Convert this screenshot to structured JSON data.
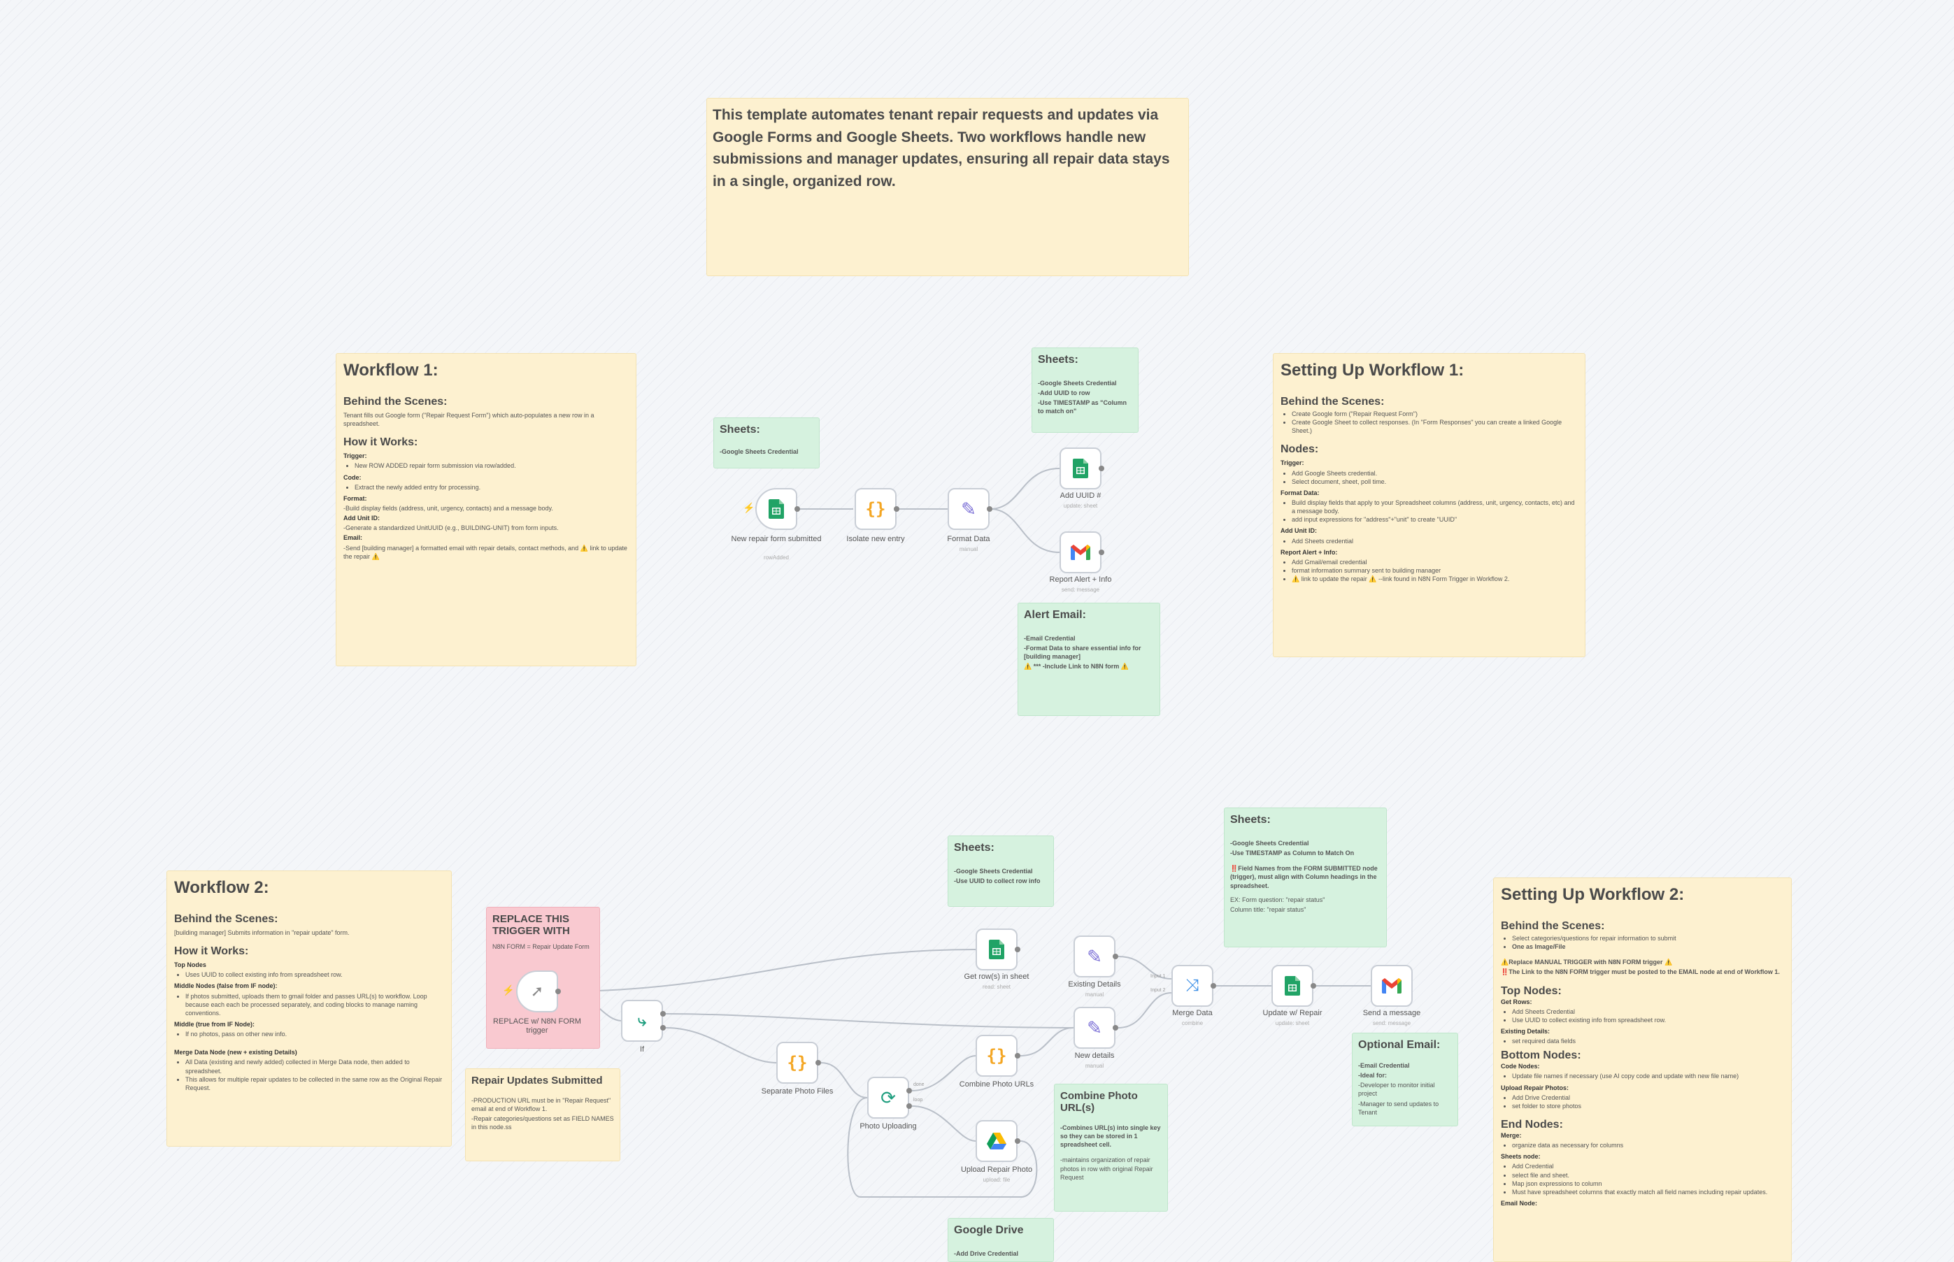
{
  "colors": {
    "yellow": "#fdf1d0",
    "green": "#d6f2df",
    "pink": "#f9c9d0",
    "edge": "#b9bfc8",
    "sheets": "#21a366",
    "code": "#f4a623",
    "drive": "#4285f4"
  },
  "intro": {
    "text": "This template automates tenant repair requests and updates via Google Forms and Google Sheets. Two workflows handle new submissions and manager updates, ensuring all repair data stays in a single, organized row."
  },
  "wf1": {
    "title": "Workflow 1:",
    "bts_title": "Behind the Scenes:",
    "bts_text": "Tenant fills out Google form (\"Repair Request Form\") which auto-populates a new row in a spreadsheet.",
    "how_title": "How it Works:",
    "trigger_h": "Trigger:",
    "trigger_li": "New ROW ADDED repair form submission via row/added.",
    "code_h": "Code:",
    "code_li": "Extract the newly added entry for processing.",
    "format_h": "Format:",
    "format_p": "-Build display fields (address, unit, urgency, contacts) and a message body.",
    "unit_h": "Add Unit ID:",
    "unit_p": "-Generate a standardized UnitUUID (e.g., BUILDING-UNIT) from form inputs.",
    "email_h": "Email:",
    "email_p": "-Send [building manager] a formatted email with repair details, contact methods, and ⚠️ link to update the repair ⚠️"
  },
  "sheets1": {
    "title": "Sheets:",
    "text": "-Google Sheets Credential"
  },
  "sheets2": {
    "title": "Sheets:",
    "l1": "-Google Sheets Credential",
    "l2": "-Add UUID to row",
    "l3": "-Use TIMESTAMP as \"Column to match on\""
  },
  "alert": {
    "title": "Alert Email:",
    "l1": "-Email Credential",
    "l2": "-Format Data to share essential info for [building manager]",
    "l3": "⚠️ *** -Include Link to N8N form ⚠️"
  },
  "setup1": {
    "title": "Setting Up Workflow 1:",
    "bts_title": "Behind the Scenes:",
    "bts_li1": "Create Google form (\"Repair Request Form\")",
    "bts_li2": "Create Google Sheet to collect responses. (In \"Form Responses\" you can create a linked Google Sheet.)",
    "nodes_title": "Nodes:",
    "trigger_h": "Trigger:",
    "trigger_li1": "Add Google Sheets credential.",
    "trigger_li2": "Select document, sheet, poll time.",
    "format_h": "Format Data:",
    "format_li1": "Build display fields that apply to your Spreadsheet columns (address, unit, urgency, contacts, etc) and a message body.",
    "format_li2": "add input expressions for \"address\"+\"unit\" to create \"UUID\"",
    "unit_h": "Add Unit ID:",
    "unit_li": "Add Sheets credential",
    "report_h": "Report Alert + Info:",
    "report_li1": "Add Gmail/email credential",
    "report_li2": "format information summary sent to building manager",
    "report_li3": "⚠️ link to update the repair ⚠️ --link found in N8N Form Trigger in Workflow 2."
  },
  "wf1_nodes": {
    "n1": "New repair form submitted",
    "n1s": "rowAdded",
    "n2": "Isolate new entry",
    "n3": "Format Data",
    "n3s": "manual",
    "n4": "Add UUID #",
    "n4s": "update: sheet",
    "n5": "Report Alert + Info",
    "n5s": "send: message"
  },
  "wf2": {
    "title": "Workflow 2:",
    "bts_title": "Behind the Scenes:",
    "bts_text": "[building manager] Submits information in \"repair update\" form.",
    "how_title": "How it Works:",
    "top_h": "Top Nodes",
    "top_li": "Uses UUID to collect existing info from spreadsheet row.",
    "mid_h": "Middle Nodes (false from IF node):",
    "mid_li": "If photos submitted, uploads them to gmail folder and passes URL(s) to workflow. Loop because each each be processed separately, and coding blocks to manage naming conventions.",
    "mid2_h": "Middle (true from IF Node):",
    "mid2_li": "If no photos, pass on other new info.",
    "merge_h": "Merge Data Node (new + existing Details)",
    "merge_li1": "All Data (existing and newly added) collected in Merge Data node, then added to spreadsheet.",
    "merge_li2": "This allows for multiple repair updates to be collected in the same row as the Original Repair Request."
  },
  "replace": {
    "title": "REPLACE THIS TRIGGER WITH",
    "text": "N8N FORM = Repair Update Form"
  },
  "submitted": {
    "title": "Repair Updates Submitted",
    "l1": "-PRODUCTION URL must be in \"Repair Request\" email at end of Workflow 1.",
    "l2": "-Repair categories/questions set as FIELD NAMES in this node.ss"
  },
  "sheets3": {
    "title": "Sheets:",
    "l1": "-Google Sheets Credential",
    "l2": "-Use UUID to collect row info"
  },
  "sheets4": {
    "title": "Sheets:",
    "l1": "-Google Sheets Credential",
    "l2": "-Use TIMESTAMP as Column to Match On",
    "l3": "‼️Field Names from the FORM SUBMITTED node (trigger), must align with Column headings in the spreadsheet.",
    "l4": "EX: Form question: \"repair status\"",
    "l5": "Column title: \"repair status\""
  },
  "optional": {
    "title": "Optional Email:",
    "l1": "-Email Credential",
    "l2": "-Ideal for:",
    "l3": "-Developer to monitor initial project",
    "l4": "-Manager to send updates to Tenant"
  },
  "combine": {
    "title": "Combine Photo URL(s)",
    "l1": "-Combines URL(s) into single key so they can be stored in 1 spreadsheet cell.",
    "l2": "-maintains organization of repair photos in row with original Repair Request"
  },
  "gdrive": {
    "title": "Google Drive",
    "l1": "-Add Drive Credential"
  },
  "setup2": {
    "title": "Setting Up Workflow 2:",
    "bts_title": "Behind the Scenes:",
    "bts_li1": "Select categories/questions for repair information to submit",
    "bts_li2": "One as Image/File",
    "warn1": "⚠️Replace MANUAL TRIGGER with N8N FORM trigger ⚠️",
    "warn2": "‼️The Link to the N8N FORM trigger must be posted to the EMAIL node at end of Workflow 1.",
    "top_title": "Top Nodes:",
    "get_h": "Get Rows:",
    "get_li1": "Add Sheets Credential",
    "get_li2": "Use UUID to collect existing info from spreadsheet row.",
    "exist_h": "Existing Details:",
    "exist_li": "set required data fields",
    "bottom_title": "Bottom Nodes:",
    "code_h": "Code Nodes:",
    "code_li": "Update file names if necessary (use AI copy code and update with new file name)",
    "upload_h": "Upload Repair Photos:",
    "upload_li1": "Add Drive Credential",
    "upload_li2": "set folder to store photos",
    "end_title": "End Nodes:",
    "merge_h": "Merge:",
    "merge_li": "organize data as necessary for columns",
    "sheets_h": "Sheets node:",
    "sheets_li1": "Add Credential",
    "sheets_li2": "select file and sheet.",
    "sheets_li3": "Map json expressions to column",
    "sheets_li4": "Must have spreadsheet columns that exactly match all field names including repair updates.",
    "email_h": "Email Node:"
  },
  "wf2_nodes": {
    "trig": "REPLACE w/ N8N FORM trigger",
    "if": "If",
    "get": "Get row(s) in sheet",
    "gets": "read: sheet",
    "exist": "Existing Details",
    "exists": "manual",
    "newd": "New details",
    "newds": "manual",
    "sep": "Separate Photo Files",
    "loop": "Photo Uploading",
    "comb": "Combine Photo URLs",
    "upl": "Upload Repair Photo",
    "upls": "upload: file",
    "merge": "Merge Data",
    "merges": "combine",
    "upd": "Update w/ Repair",
    "upds": "update: sheet",
    "send": "Send a message",
    "sends": "send: message",
    "true": "true",
    "false": "false",
    "done": "done",
    "loop_lbl": "loop",
    "in1": "Input 1",
    "in2": "Input 2"
  }
}
